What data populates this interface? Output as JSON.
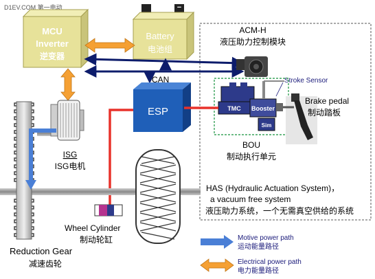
{
  "watermark": "D1EV.COM 第一电动",
  "mcu": {
    "line1": "MCU",
    "line2": "Inverter",
    "line3": "逆变器"
  },
  "battery": {
    "line1": "Battery",
    "line2": "电池组",
    "plus": "+",
    "minus": "−"
  },
  "acm": {
    "line1": "ACM-H",
    "line2": "液压助力控制模块"
  },
  "can_label": "CAN",
  "esp_label": "ESP",
  "stroke_sensor": "Stroke Sensor",
  "tmc_label": "TMC",
  "booster_label": "Booster",
  "sim_label": "Sim",
  "bou": {
    "line1": "BOU",
    "line2": "制动执行单元"
  },
  "brake_pedal": {
    "line1": "Brake pedal",
    "line2": "制动踏板"
  },
  "isg": {
    "line1": "ISG",
    "line2": "ISG电机"
  },
  "has": {
    "line1": "HAS (Hydraulic Actuation System)，",
    "line2": "a vacuum free system",
    "line3": "液压助力系统，一个无需真空供给的系统"
  },
  "wheel_cylinder": {
    "line1": "Wheel Cylinder",
    "line2": "制动轮缸"
  },
  "reduction_gear": {
    "line1": "Reduction Gear",
    "line2": "减速齿轮"
  },
  "legend": {
    "motive_en": "Motive power path",
    "motive_cn": "运动能量路径",
    "electrical_en": "Electrical power path",
    "electrical_cn": "电力能量路径"
  },
  "colors": {
    "mcu_box": "#e7e29a",
    "battery_box": "#e7e29a",
    "esp_box": "#1f5fb8",
    "orange_arrow": "#f5a033",
    "blue_arrow": "#4a7fd6",
    "can_arrow": "#0d1c6b",
    "brake_line": "#e8322b",
    "bou_border": "#3aa35a",
    "acm_region_border": "#555555"
  }
}
